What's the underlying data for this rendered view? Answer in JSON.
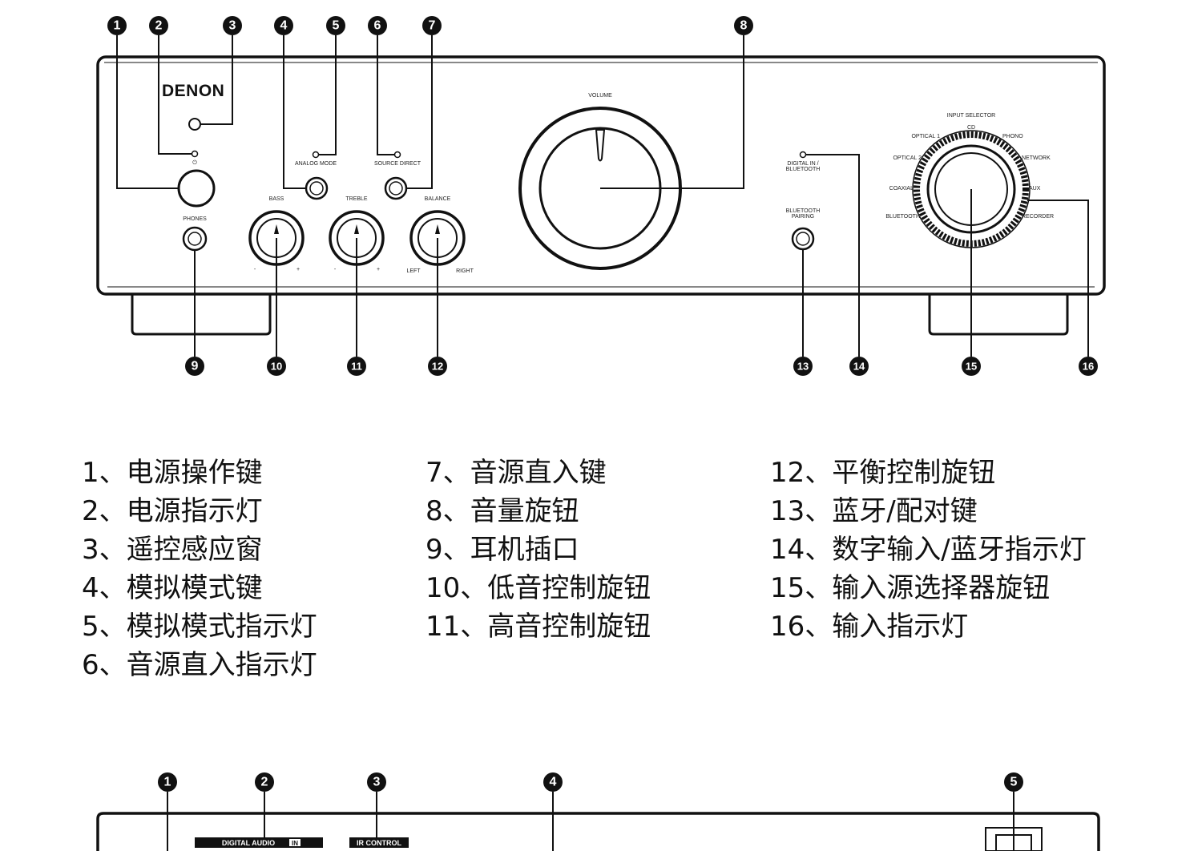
{
  "front_panel": {
    "brand": "DENON",
    "labels": {
      "analog_mode": "ANALOG MODE",
      "source_direct": "SOURCE DIRECT",
      "volume": "VOLUME",
      "phones": "PHONES",
      "bass": "BASS",
      "treble": "TREBLE",
      "balance": "BALANCE",
      "bass_minus": "-",
      "bass_plus": "+",
      "treble_minus": "-",
      "treble_plus": "+",
      "balance_left": "LEFT",
      "balance_right": "RIGHT",
      "digital_in_line1": "DIGITAL IN /",
      "digital_in_line2": "BLUETOOTH",
      "bt_pairing_line1": "BLUETOOTH",
      "bt_pairing_line2": "PAIRING",
      "input_selector": "INPUT SELECTOR",
      "inputs": {
        "cd": "CD",
        "phono": "PHONO",
        "network": "NETWORK",
        "aux": "AUX",
        "recorder": "RECORDER",
        "bluetooth": "BLUETOOTH",
        "coaxial": "COAXIAL",
        "optical2": "OPTICAL 2",
        "optical1": "OPTICAL 1"
      }
    },
    "callouts": [
      "1",
      "2",
      "3",
      "4",
      "5",
      "6",
      "7",
      "8",
      "9",
      "10",
      "11",
      "12",
      "13",
      "14",
      "15",
      "16"
    ]
  },
  "legend": {
    "columns": [
      [
        "1、电源操作键",
        "2、电源指示灯",
        "3、遥控感应窗",
        "4、模拟模式键",
        "5、模拟模式指示灯",
        "6、音源直入指示灯"
      ],
      [
        "7、音源直入键",
        "8、音量旋钮",
        "9、耳机插口",
        "10、低音控制旋钮",
        "11、高音控制旋钮"
      ],
      [
        "12、平衡控制旋钮",
        "13、蓝牙/配对键",
        "14、数字输入/蓝牙指示灯",
        "15、输入源选择器旋钮",
        "16、输入指示灯"
      ]
    ]
  },
  "rear_panel": {
    "digital_audio": "DIGITAL AUDIO",
    "digital_in_tag": "IN",
    "ir_control": "IR CONTROL",
    "callouts": [
      "1",
      "2",
      "3",
      "4",
      "5"
    ]
  }
}
